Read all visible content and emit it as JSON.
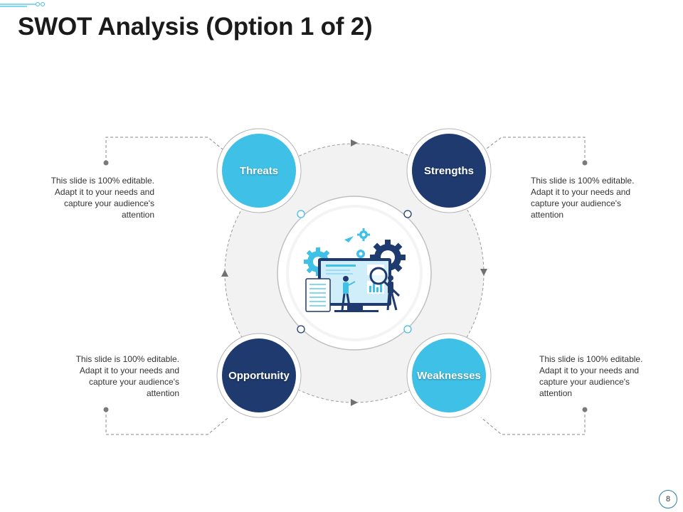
{
  "slide": {
    "title": "SWOT Analysis (Option 1 of 2)",
    "page_number": "8"
  },
  "quadrants": {
    "threats": {
      "label": "Threats",
      "color": "#3fc0e6",
      "description": "This slide is 100% editable. Adapt it to your needs and capture your audience's attention"
    },
    "strengths": {
      "label": "Strengths",
      "color": "#1f3a6e",
      "description": "This slide is 100% editable. Adapt it to your needs and capture your audience's attention"
    },
    "opportunity": {
      "label": "Opportunity",
      "color": "#1f3a6e",
      "description": "This slide is 100% editable. Adapt it to your needs and capture your audience's attention"
    },
    "weaknesses": {
      "label": "Weaknesses",
      "color": "#3fc0e6",
      "description": "This slide is 100% editable. Adapt it to your needs and capture your audience's attention"
    }
  },
  "center_illustration": {
    "icon": "analytics-monitor-gears-icon"
  }
}
